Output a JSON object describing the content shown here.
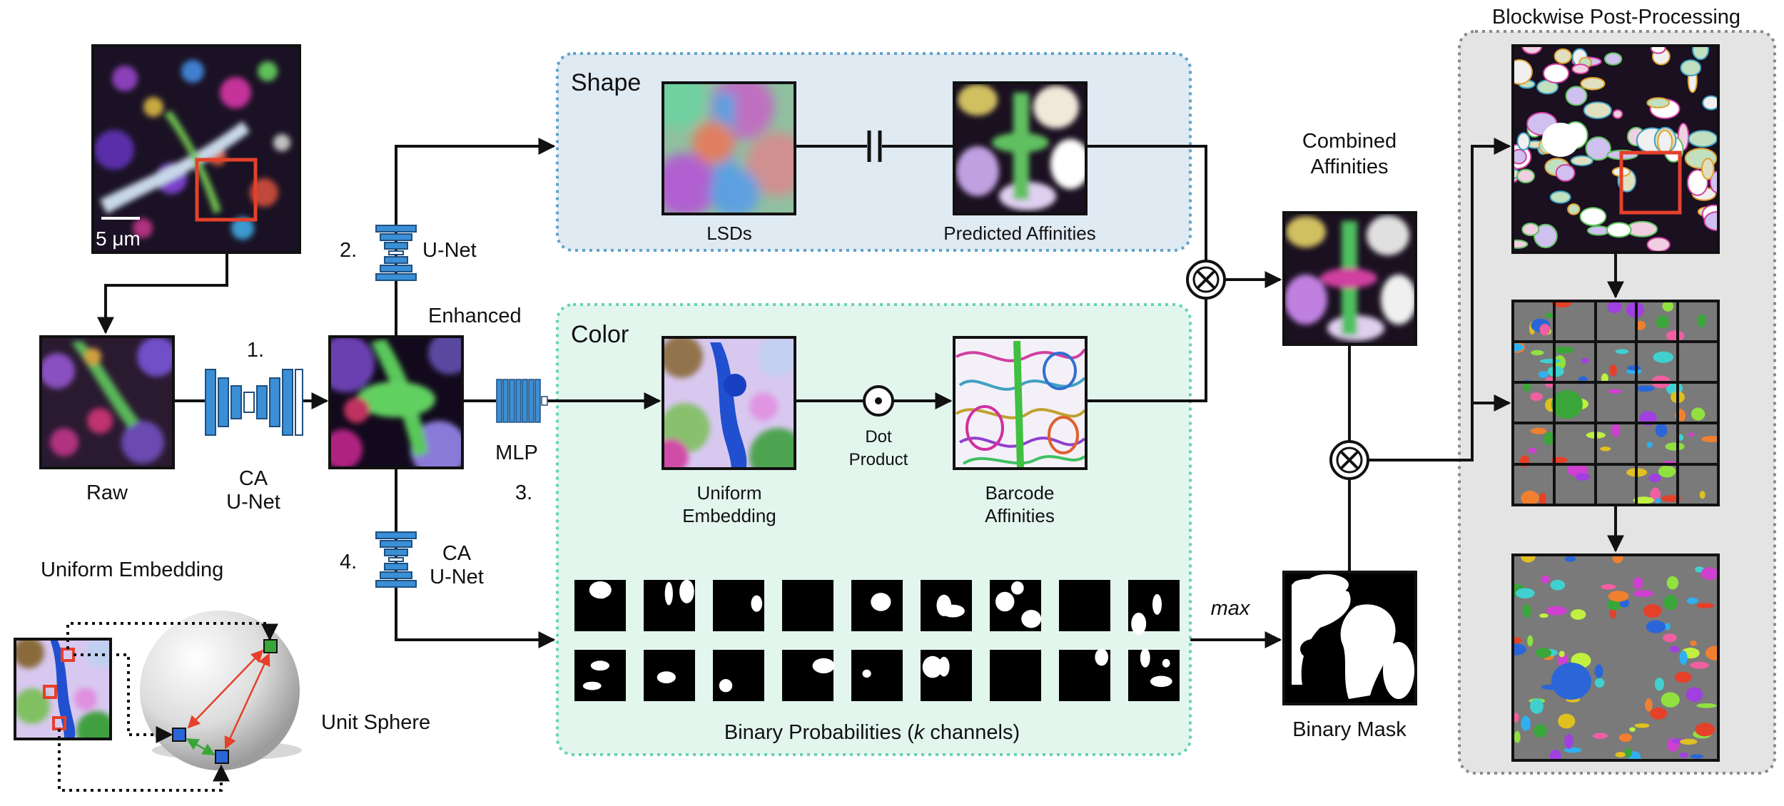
{
  "panels": {
    "shape": {
      "title": "Shape"
    },
    "color": {
      "title": "Color"
    },
    "post": {
      "title": "Blockwise Post-Processing"
    }
  },
  "labels": {
    "scale_bar": "5 μm",
    "raw": "Raw",
    "ca_unet_1a": "CA",
    "ca_unet_1b": "U-Net",
    "step1": "1.",
    "step2": "2.",
    "step3": "3.",
    "step4": "4.",
    "unet": "U-Net",
    "enhanced": "Enhanced",
    "mlp": "MLP",
    "ca_unet_4a": "CA",
    "ca_unet_4b": "U-Net",
    "lsds": "LSDs",
    "predicted_affinities": "Predicted Affinities",
    "uniform_embedding_a": "Uniform",
    "uniform_embedding_b": "Embedding",
    "dot_product_a": "Dot",
    "dot_product_b": "Product",
    "barcode_affinities_a": "Barcode",
    "barcode_affinities_b": "Affinities",
    "binary_probabilities_prefix": "Binary Probabilities (",
    "binary_probabilities_k": "k",
    "binary_probabilities_suffix": " channels)",
    "max": "max",
    "combined_affinities_a": "Combined",
    "combined_affinities_b": "Affinities",
    "binary_mask": "Binary Mask",
    "uniform_embedding_title": "Uniform Embedding",
    "unit_sphere": "Unit Sphere"
  },
  "colors": {
    "shape_fill": "#dfeaf3",
    "shape_border": "#5fa3c9",
    "color_fill": "#e3f6ee",
    "color_border": "#66d3b0",
    "post_fill": "#e4e4e4",
    "unet_blue": "#3a8fd6",
    "highlight_red": "#e5402a"
  }
}
